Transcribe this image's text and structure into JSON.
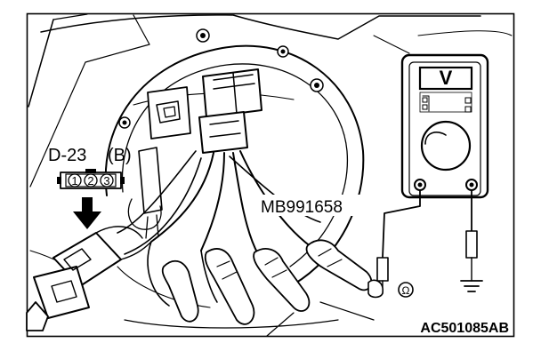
{
  "connector": {
    "code": "D-23",
    "color_code": "(B)",
    "pins": [
      "1",
      "2",
      "3"
    ]
  },
  "tool_label": "MB991658",
  "meter": {
    "mode_symbol": "V",
    "range_symbol": "Ω"
  },
  "figure_id": "AC501085AB"
}
